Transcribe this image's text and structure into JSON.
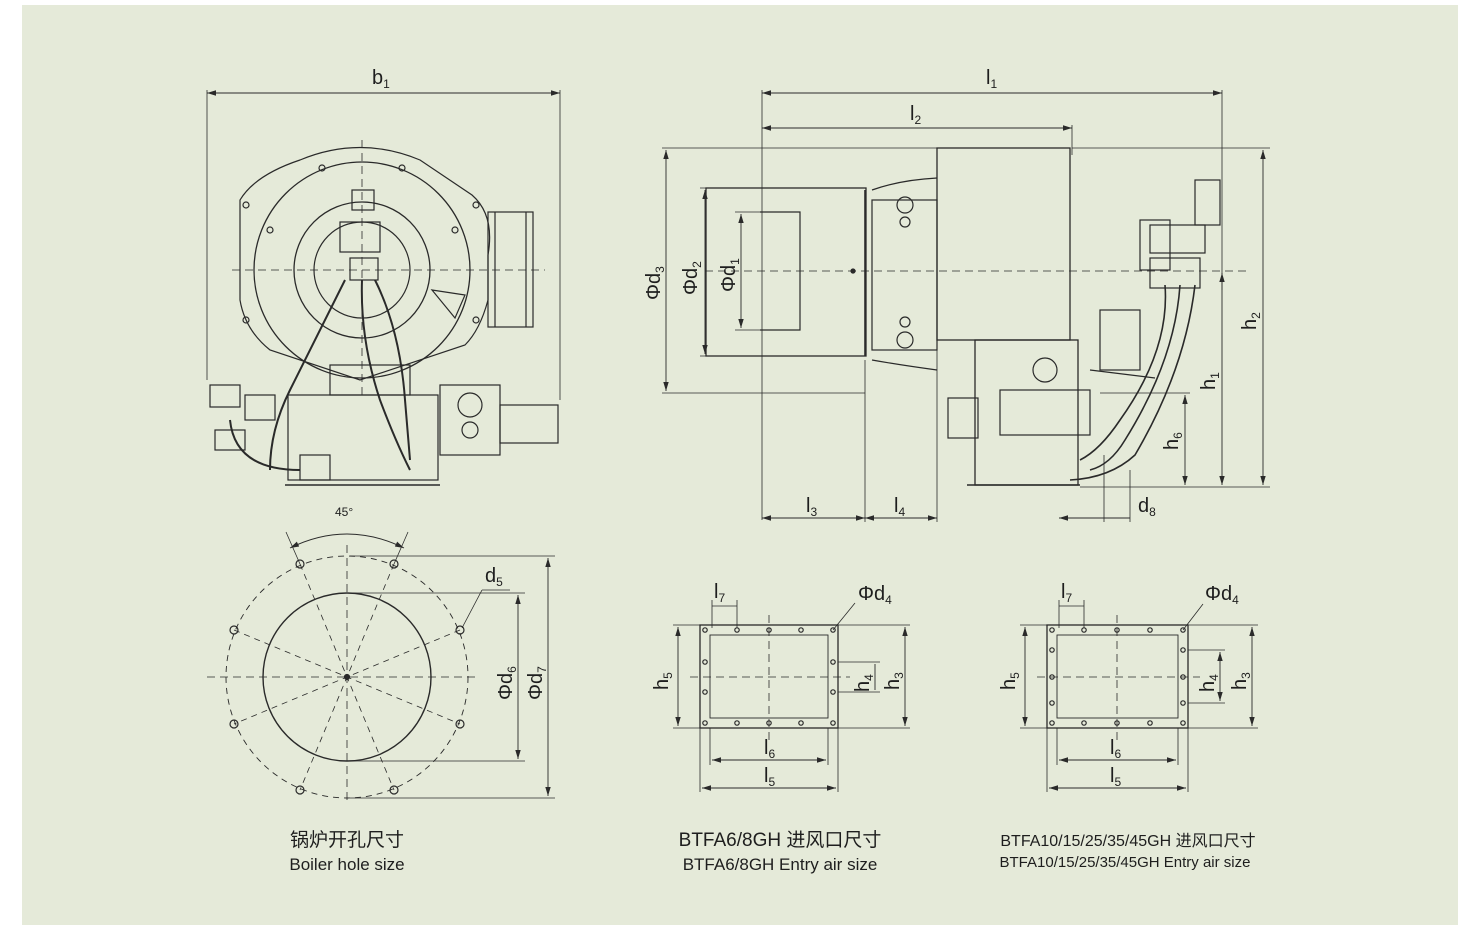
{
  "colors": {
    "background": "#e5ead9",
    "line": "#2a2a2a",
    "text": "#1e1e1e"
  },
  "labels": {
    "b1": {
      "main": "b",
      "sub": "1"
    },
    "l1": {
      "main": "l",
      "sub": "1"
    },
    "l2": {
      "main": "l",
      "sub": "2"
    },
    "l3": {
      "main": "l",
      "sub": "3"
    },
    "l4": {
      "main": "l",
      "sub": "4"
    },
    "d1": {
      "main": "Φd",
      "sub": "1"
    },
    "d2": {
      "main": "Φd",
      "sub": "2"
    },
    "d3": {
      "main": "Φd",
      "sub": "3"
    },
    "h1": {
      "main": "h",
      "sub": "1"
    },
    "h2": {
      "main": "h",
      "sub": "2"
    },
    "h6_side": {
      "main": "h",
      "sub": "6"
    },
    "d8": {
      "main": "d",
      "sub": "8"
    },
    "angle": "45°",
    "d5": {
      "main": "d",
      "sub": "5"
    },
    "d6": {
      "main": "Φd",
      "sub": "6"
    },
    "d7": {
      "main": "Φd",
      "sub": "7"
    },
    "flange_a": {
      "l7": {
        "main": "l",
        "sub": "7"
      },
      "d4": {
        "main": "Φd",
        "sub": "4"
      },
      "h5": {
        "main": "h",
        "sub": "5"
      },
      "h4": {
        "main": "h",
        "sub": "4"
      },
      "h3": {
        "main": "h",
        "sub": "3"
      },
      "l6": {
        "main": "l",
        "sub": "6"
      },
      "l5": {
        "main": "l",
        "sub": "5"
      }
    },
    "flange_b": {
      "l7": {
        "main": "l",
        "sub": "7"
      },
      "d4": {
        "main": "Φd",
        "sub": "4"
      },
      "h5": {
        "main": "h",
        "sub": "5"
      },
      "h4": {
        "main": "h",
        "sub": "4"
      },
      "h3": {
        "main": "h",
        "sub": "3"
      },
      "l6": {
        "main": "l",
        "sub": "6"
      },
      "l5": {
        "main": "l",
        "sub": "5"
      }
    }
  },
  "captions": {
    "boiler": {
      "cn": "锅炉开孔尺寸",
      "en": "Boiler hole size"
    },
    "btfa6": {
      "cn": "BTFA6/8GH 进风口尺寸",
      "en": "BTFA6/8GH Entry air size"
    },
    "btfa10": {
      "cn": "BTFA10/15/25/35/45GH 进风口尺寸",
      "en": "BTFA10/15/25/35/45GH Entry air size"
    }
  }
}
